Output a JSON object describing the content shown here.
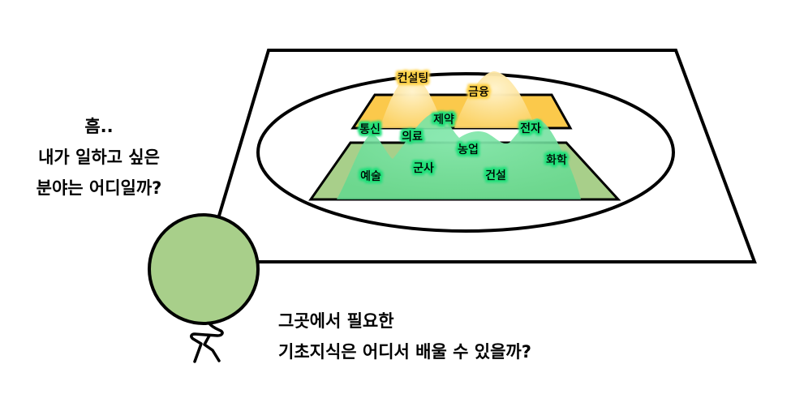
{
  "thoughts": {
    "left": [
      "흠..",
      "내가 일하고 싶은",
      "분야는 어디일까?"
    ],
    "bottom": [
      "그곳에서 필요한",
      "기초지식은 어디서 배울 수 있을까?"
    ]
  },
  "upper_layer": {
    "color": "#fbc94b",
    "peak_color": "#fde7a6",
    "labels": [
      "컨설팅",
      "금융"
    ]
  },
  "lower_layer": {
    "color": "#a8cf8a",
    "peak_color": "#5fd98f",
    "labels": [
      "통신",
      "의료",
      "제약",
      "농업",
      "전자",
      "예술",
      "군사",
      "건설",
      "화학"
    ]
  },
  "colors": {
    "person_head": "#a8cf8a",
    "label_glow_upper": "#ffd24a",
    "label_glow_lower": "#22e07a",
    "outline": "#000000"
  }
}
